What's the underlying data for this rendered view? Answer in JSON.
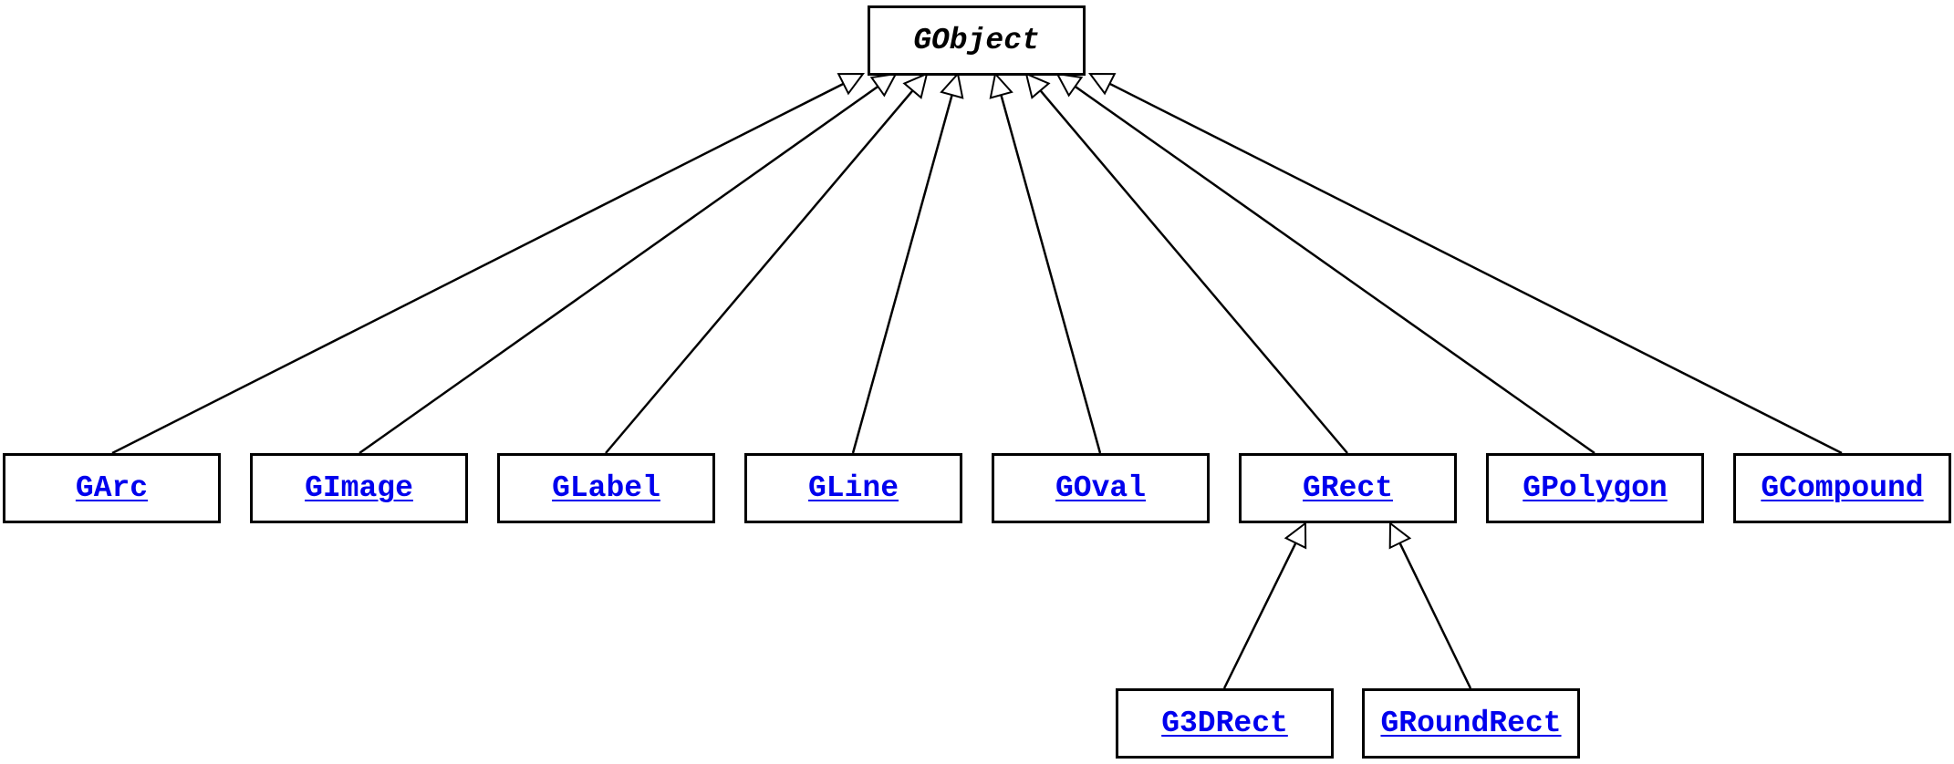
{
  "diagram": {
    "root": {
      "label": "GObject"
    },
    "level1": [
      {
        "id": "garc",
        "label": "GArc"
      },
      {
        "id": "gimage",
        "label": "GImage"
      },
      {
        "id": "glabel",
        "label": "GLabel"
      },
      {
        "id": "gline",
        "label": "GLine"
      },
      {
        "id": "goval",
        "label": "GOval"
      },
      {
        "id": "grect",
        "label": "GRect"
      },
      {
        "id": "gpolygon",
        "label": "GPolygon"
      },
      {
        "id": "gcompound",
        "label": "GCompound"
      }
    ],
    "level2": [
      {
        "id": "g3drect",
        "label": "G3DRect",
        "parent": "grect"
      },
      {
        "id": "groundrect",
        "label": "GRoundRect",
        "parent": "grect"
      }
    ],
    "colors": {
      "link": "#0000ee",
      "border": "#000000",
      "background": "#ffffff"
    }
  }
}
